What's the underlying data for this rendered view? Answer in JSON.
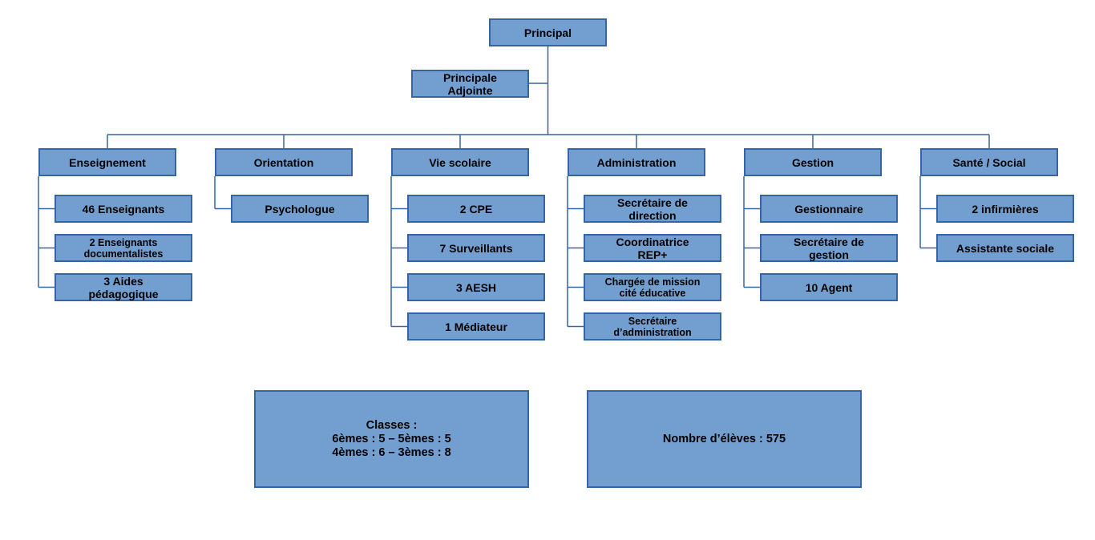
{
  "top": {
    "principal": "Principal",
    "adjointe": "Principale\nAdjointe"
  },
  "departments": [
    {
      "label": "Enseignement",
      "children": [
        "46 Enseignants",
        "2 Enseignants\ndocumentalistes",
        "3 Aides\npédagogique"
      ]
    },
    {
      "label": "Orientation",
      "children": [
        "Psychologue"
      ]
    },
    {
      "label": "Vie scolaire",
      "children": [
        "2 CPE",
        "7 Surveillants",
        "3 AESH",
        "1 Médiateur"
      ]
    },
    {
      "label": "Administration",
      "children": [
        "Secrétaire de\ndirection",
        "Coordinatrice\nREP+",
        "Chargée de mission\ncité éducative",
        "Secrétaire\nd’administration"
      ]
    },
    {
      "label": "Gestion",
      "children": [
        "Gestionnaire",
        "Secrétaire de\ngestion",
        "10 Agent"
      ]
    },
    {
      "label": "Santé / Social",
      "children": [
        "2 infirmières",
        "Assistante sociale"
      ]
    }
  ],
  "info": {
    "classes": "Classes :\n6èmes : 5 – 5èmes : 5\n4èmes : 6 – 3èmes : 8",
    "eleves": "Nombre d’élèves : 575"
  },
  "colors": {
    "box_fill": "#729fcf",
    "box_border": "#3465a4",
    "connector": "#3465a4"
  }
}
